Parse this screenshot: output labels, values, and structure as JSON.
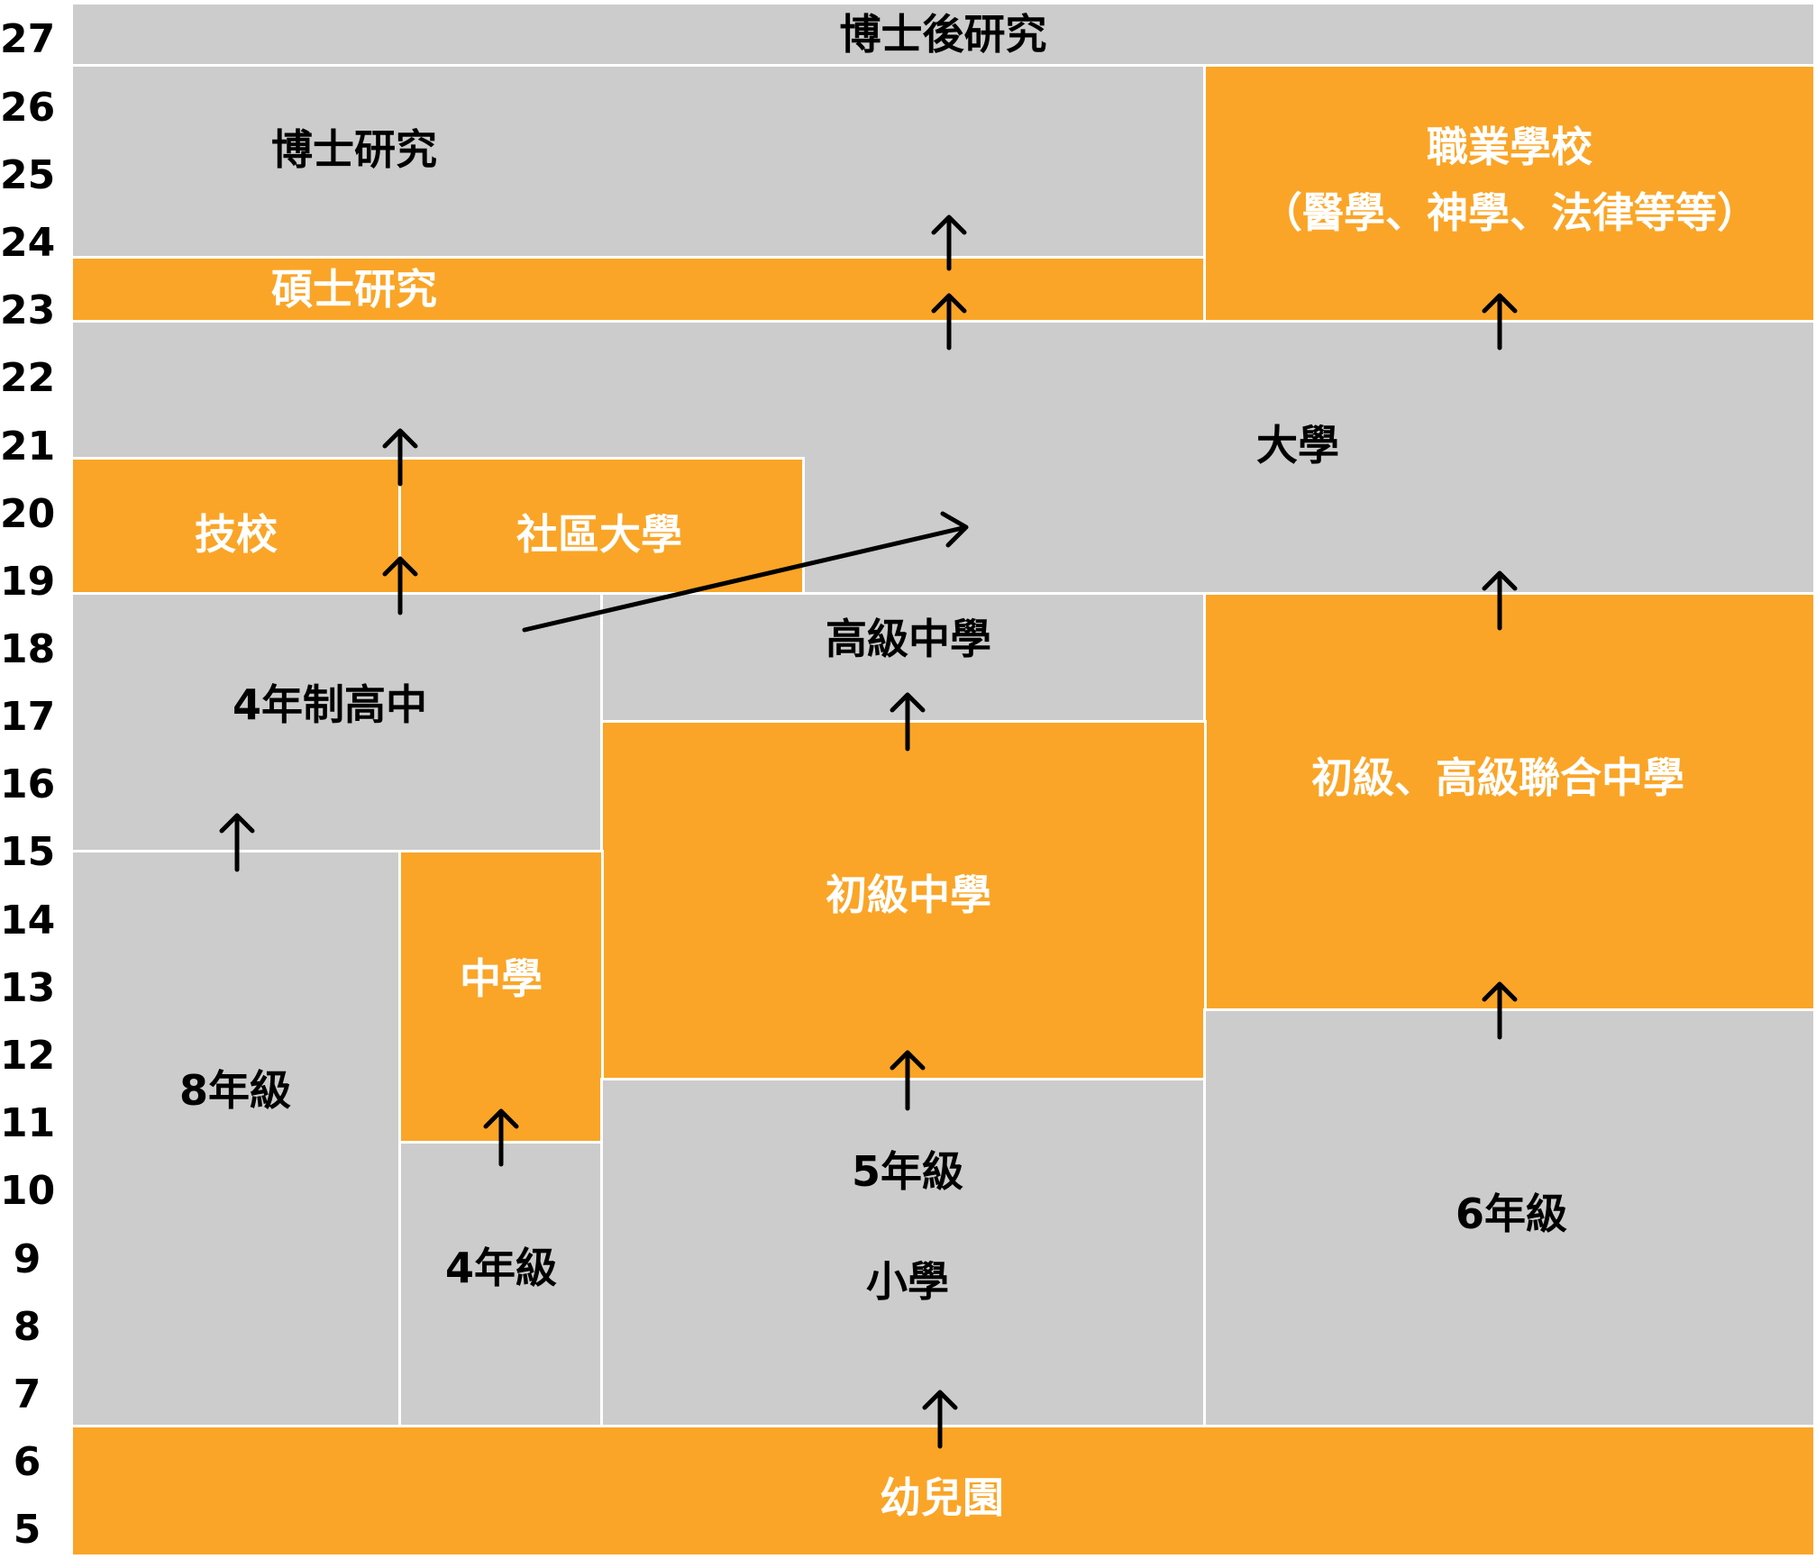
{
  "colors": {
    "gray": "#cccccc",
    "orange": "#faa527",
    "arrow": "#000000"
  },
  "ages": [
    "27",
    "26",
    "25",
    "24",
    "23",
    "22",
    "21",
    "20",
    "19",
    "18",
    "17",
    "16",
    "15",
    "14",
    "13",
    "12",
    "11",
    "10",
    "9",
    "8",
    "7",
    "6",
    "5"
  ],
  "stages": {
    "postdoc": "博士後研究",
    "phd": "博士研究",
    "masters": "碩士研究",
    "professional_line1": "職業學校",
    "professional_line2": "（醫學、神學、法律等等）",
    "university": "大學",
    "tech_school": "技校",
    "community_college": "社區大學",
    "four_year_hs": "4年制高中",
    "senior_hs": "高級中學",
    "combined_hs": "初級、高級聯合中學",
    "junior_hs": "初級中學",
    "middle_school": "中學",
    "grade8": "8年級",
    "grade4": "4年級",
    "grade5": "5年級",
    "primary": "小學",
    "grade6": "6年級",
    "kindergarten": "幼兒園"
  }
}
